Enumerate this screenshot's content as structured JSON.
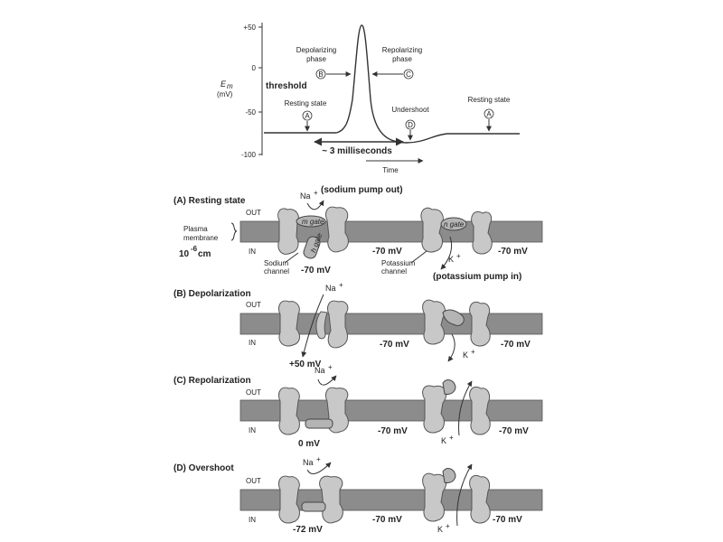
{
  "graph": {
    "y_axis_label_main": "E",
    "y_axis_label_sub": "m",
    "y_axis_unit": "(mV)",
    "y_ticks": [
      "+50",
      "0",
      "-50",
      "-100"
    ],
    "threshold": "threshold",
    "depolarizing": [
      "Depolarizing",
      "phase"
    ],
    "repolarizing": [
      "Repolarizing",
      "phase"
    ],
    "resting_left": "Resting state",
    "resting_right": "Resting state",
    "undershoot": "Undershoot",
    "duration": "~ 3 milliseconds",
    "time": "Time",
    "circle_a1": "A",
    "circle_b": "B",
    "circle_c": "C",
    "circle_d": "D",
    "circle_a2": "A"
  },
  "panels": [
    {
      "title": "(A) Resting state",
      "out": "OUT",
      "in": "IN",
      "na": "Na",
      "na_note": "(sodium pump out)",
      "m_gate": "m gate",
      "h_gate": "h gate",
      "n_gate": "n gate",
      "plasma": [
        "Plasma",
        "membrane"
      ],
      "thickness": "10",
      "thickness_exp": "-6",
      "thickness_unit": " cm",
      "sodium_channel": [
        "Sodium",
        "channel"
      ],
      "potassium_channel": [
        "Potassium",
        "channel"
      ],
      "k": "K",
      "k_note": "(potassium pump in)",
      "v1": "-70 mV",
      "v2": "-70 mV",
      "v3": "-70 mV"
    },
    {
      "title": "(B) Depolarization",
      "out": "OUT",
      "in": "IN",
      "na": "Na",
      "k": "K",
      "v1": "+50 mV",
      "v2": "-70 mV",
      "v3": "-70 mV"
    },
    {
      "title": "(C) Repolarization",
      "out": "OUT",
      "in": "IN",
      "na": "Na",
      "k": "K",
      "v1": "0 mV",
      "v2": "-70 mV",
      "v3": "-70 mV"
    },
    {
      "title": "(D) Overshoot",
      "out": "OUT",
      "in": "IN",
      "na": "Na",
      "k": "K",
      "v1": "-72 mV",
      "v2": "-70 mV",
      "v3": "-70 mV"
    }
  ]
}
